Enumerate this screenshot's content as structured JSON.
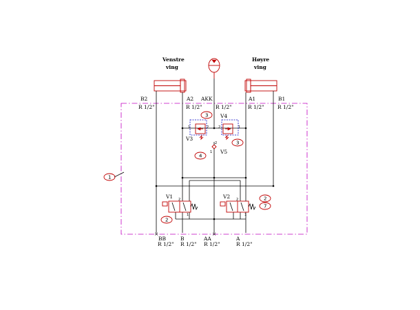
{
  "labels": {
    "left_wing": [
      "Venstre",
      "ving"
    ],
    "right_wing": [
      "Høyre",
      "ving"
    ],
    "akk": "AKK",
    "b2": "B2",
    "a2": "A2",
    "a1": "A1",
    "b1": "B1",
    "r_b2": "R 1/2\"",
    "r_a2": "R 1/2\"",
    "r_akk": "R 1/2\"",
    "r_a1": "R 1/2\"",
    "r_b1": "R 1/2\"",
    "v3": "V3",
    "v4": "V4",
    "v5": "V5",
    "v1": "V1",
    "v2": "V2",
    "bb": "BB",
    "b": "B",
    "aa": "AA",
    "a": "A",
    "r_bb": "R 1/2\"",
    "r_b": "R 1/2\"",
    "r_aa": "R 1/2\"",
    "r_a": "R 1/2\""
  },
  "port_numbers": {
    "v3_1": "1",
    "v3_2": "2",
    "v4_1": "1",
    "v4_2": "2",
    "v5_1": "1",
    "v5_2": "2",
    "v1_1": "1",
    "v1_2": "2",
    "v2_1": "1",
    "v2_2": "2"
  },
  "balloons": {
    "b1": "1",
    "b2a": "2",
    "b2b": "2",
    "b3a": "3",
    "b3b": "3",
    "b4": "4",
    "b7": "7"
  },
  "colors": {
    "lines": "#000000",
    "components": "#c00000",
    "boundary": "#c000c0",
    "pilot": "#0000c0"
  }
}
